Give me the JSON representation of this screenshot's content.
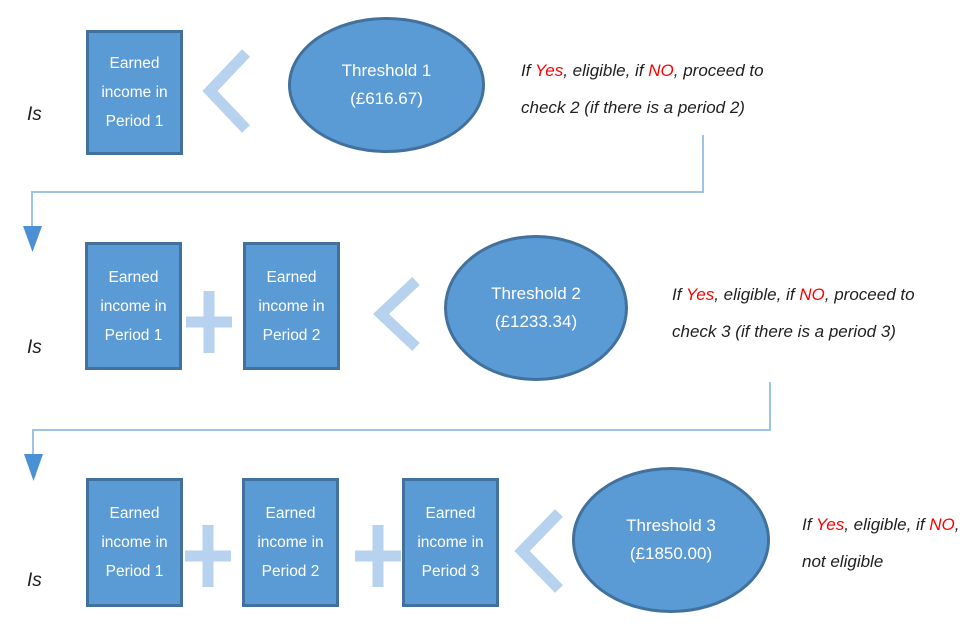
{
  "diagram": {
    "type": "eligibility-threshold-flowchart",
    "rows": [
      {
        "is_label": "Is",
        "boxes": [
          {
            "lines": [
              "Earned",
              "income in",
              "Period 1"
            ]
          }
        ],
        "threshold": {
          "name": "Threshold 1",
          "amount": "(£616.67)"
        },
        "note": {
          "if_": "If ",
          "yes": "Yes",
          "mid": ", eligible, if ",
          "no": "NO",
          "after": ", proceed to",
          "line2": "check 2 (if there is a period 2)"
        }
      },
      {
        "is_label": "Is",
        "boxes": [
          {
            "lines": [
              "Earned",
              "income in",
              "Period 1"
            ]
          },
          {
            "lines": [
              "Earned",
              "income in",
              "Period 2"
            ]
          }
        ],
        "threshold": {
          "name": "Threshold 2",
          "amount": "(£1233.34)"
        },
        "note": {
          "if_": "If ",
          "yes": "Yes",
          "mid": ", eligible, if ",
          "no": "NO",
          "after": ", proceed to",
          "line2": "check 3 (if there is a period 3)"
        }
      },
      {
        "is_label": "Is",
        "boxes": [
          {
            "lines": [
              "Earned",
              "income in",
              "Period 1"
            ]
          },
          {
            "lines": [
              "Earned",
              "income in",
              "Period 2"
            ]
          },
          {
            "lines": [
              "Earned",
              "income in",
              "Period 3"
            ]
          }
        ],
        "threshold": {
          "name": "Threshold 3",
          "amount": "(£1850.00)"
        },
        "note": {
          "if_": "If ",
          "yes": "Yes",
          "mid": ", eligible, if ",
          "no": "NO",
          "after": ",",
          "line2": "not eligible"
        }
      }
    ],
    "icons": {
      "less_than": "<",
      "plus": "+",
      "arrow_down": "▼"
    },
    "colors": {
      "shape_fill": "#5b9bd5",
      "shape_border": "#41719c",
      "operator_blue": "#b7d2ee",
      "connector_line": "#9dc3e6",
      "arrow_fill": "#4a90d5",
      "highlight_red": "#ff0000",
      "text": "#1f1f1f",
      "box_text": "#ffffff"
    }
  }
}
